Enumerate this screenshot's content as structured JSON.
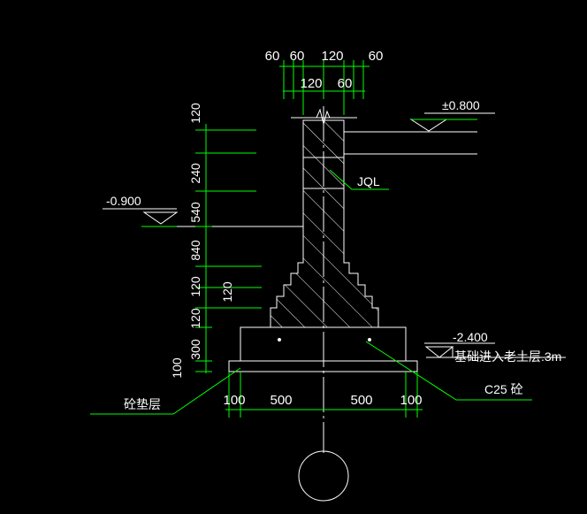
{
  "colors": {
    "background": "#000000",
    "structure": "#ffffff",
    "dimension": "#00ff00",
    "text": "#ffffff"
  },
  "top_dims_row1": [
    "60",
    "60",
    "120",
    "60"
  ],
  "top_dims_row2": [
    "120",
    "60"
  ],
  "left_dims": [
    "120",
    "240",
    "540",
    "840",
    "120",
    "120",
    "120",
    "300",
    "100"
  ],
  "bottom_dims": [
    "100",
    "500",
    "500",
    "100"
  ],
  "elevations": {
    "floor": "±0.800",
    "outdoor": "-0.900",
    "base": "-2.400"
  },
  "labels": {
    "ring_beam": "JQL",
    "note": "基础进入老土层.3m",
    "concrete": "C25  砼",
    "cushion": "砼垫层"
  }
}
